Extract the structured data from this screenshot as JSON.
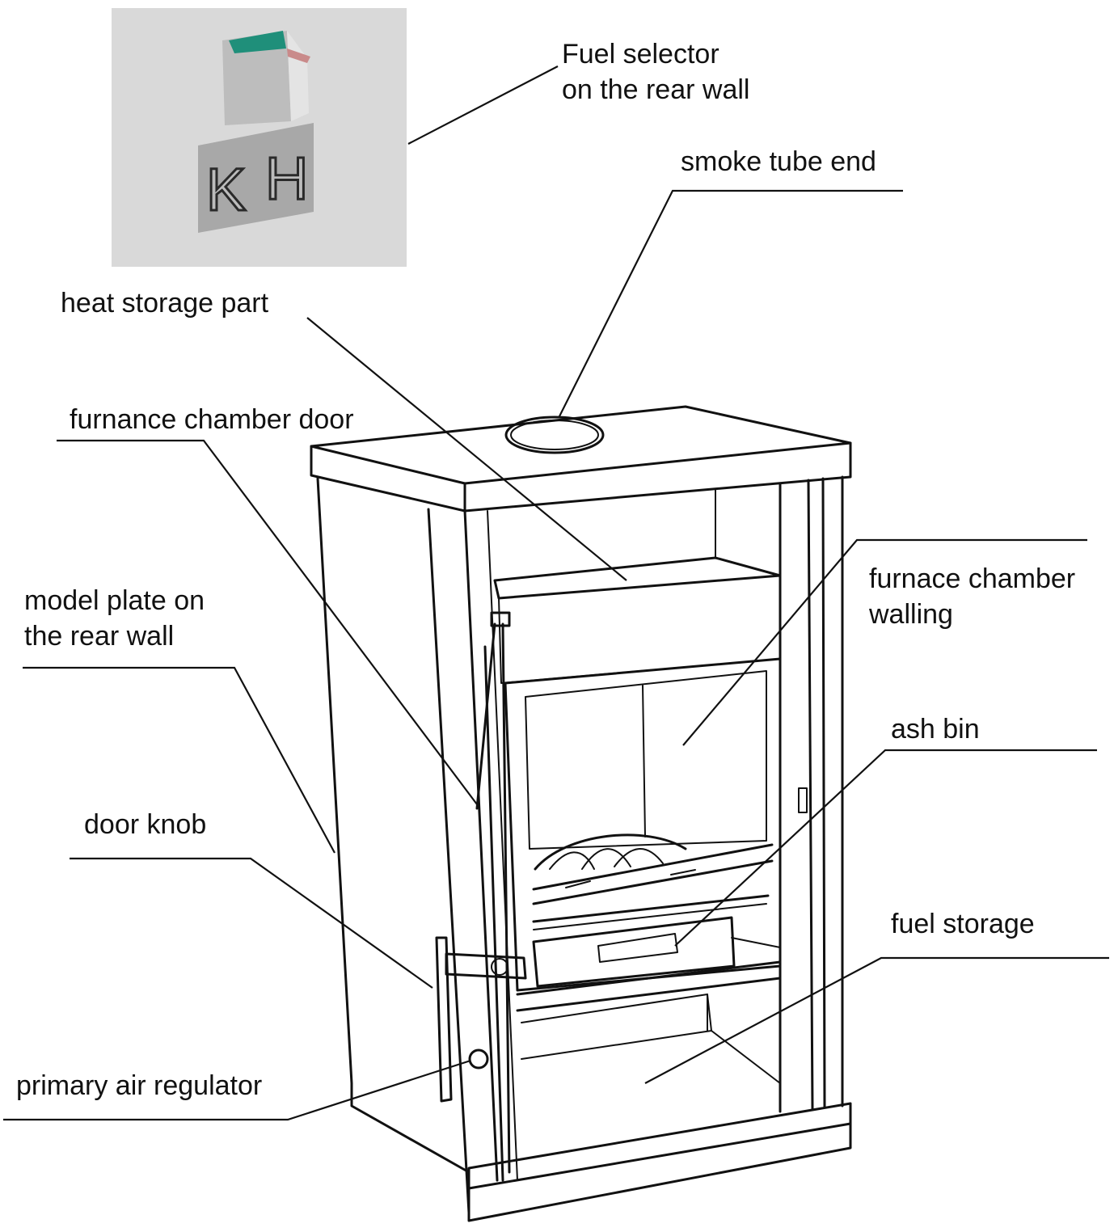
{
  "labels": {
    "fuel_selector_line1": "Fuel selector",
    "fuel_selector_line2": "on the rear wall",
    "smoke_tube_end": "smoke tube end",
    "heat_storage_part": "heat storage part",
    "furnance_chamber_door": "furnance chamber door",
    "furnace_chamber_walling_line1": "furnace chamber",
    "furnace_chamber_walling_line2": "walling",
    "model_plate_line1": "model plate on",
    "model_plate_line2": "the rear wall",
    "ash_bin": "ash bin",
    "door_knob": "door knob",
    "fuel_storage": "fuel storage",
    "primary_air_regulator": "primary air regulator"
  },
  "inset": {
    "letter_left": "K",
    "letter_right": "H",
    "background_color": "#d9d9d9",
    "plate_color": "#a8a8a8",
    "accent_color": "#1f8f7a"
  }
}
